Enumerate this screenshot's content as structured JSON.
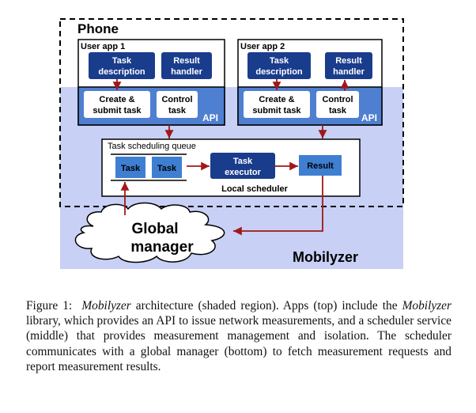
{
  "diagram": {
    "phone_label": "Phone",
    "mobilyzer_label": "Mobilyzer",
    "app1": {
      "title": "User app 1",
      "task_description": [
        "Task",
        "description"
      ],
      "result_handler": [
        "Result",
        "handler"
      ],
      "create_submit": [
        "Create &",
        "submit task"
      ],
      "control_task": [
        "Control",
        "task"
      ],
      "api": "API"
    },
    "app2": {
      "title": "User app 2",
      "task_description": [
        "Task",
        "description"
      ],
      "result_handler": [
        "Result",
        "handler"
      ],
      "create_submit": [
        "Create &",
        "submit task"
      ],
      "control_task": [
        "Control",
        "task"
      ],
      "api": "API"
    },
    "scheduler": {
      "queue_label": "Task scheduling queue",
      "task_1": "Task",
      "task_2": "Task",
      "executor": [
        "Task",
        "executor"
      ],
      "result": "Result",
      "local_scheduler": "Local scheduler"
    },
    "global_manager": [
      "Global",
      "manager"
    ],
    "colors": {
      "shaded_region": "#c8d0f5",
      "dark_box": "#1a3c8c",
      "api_band": "#4f7fd0",
      "task_box": "#3f7fd2",
      "arrow": "#a01818"
    }
  },
  "caption": {
    "label": "Figure 1:",
    "part1": "Mobilyzer",
    "part2": " architecture (shaded region). Apps (top) include the ",
    "part3": "Mobilyzer",
    "part4": " library, which provides an API to issue network measurements, and a scheduler service (middle) that provides measurement management and isolation. The scheduler communicates with a global manager (bottom) to fetch measurement requests and report measurement results."
  }
}
